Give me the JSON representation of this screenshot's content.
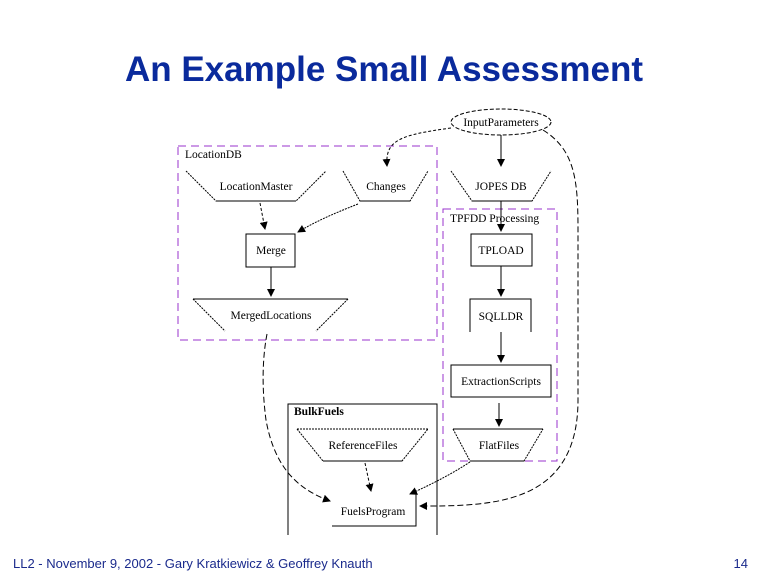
{
  "slide": {
    "title": "An Example Small Assessment",
    "footer": "LL2 - November 9, 2002 - Gary Kratkiewicz & Geoffrey Knauth",
    "page_number": "14"
  },
  "diagram": {
    "clusters": {
      "location_db": "LocationDB",
      "tpfdd_processing": "TPFDD Processing",
      "bulk_fuels": "BulkFuels"
    },
    "nodes": {
      "input_parameters": "InputParameters",
      "location_master": "LocationMaster",
      "changes": "Changes",
      "jopes_db": "JOPES DB",
      "merge": "Merge",
      "merged_locations": "MergedLocations",
      "tpload": "TPLOAD",
      "sqlldr": "SQLLDR",
      "extraction_scripts": "ExtractionScripts",
      "reference_files": "ReferenceFiles",
      "flat_files": "FlatFiles",
      "fuels_program": "FuelsProgram"
    },
    "colors": {
      "cluster_border": "#9933cc",
      "title": "#0a2a9c",
      "footer": "#1a2a8c"
    }
  }
}
